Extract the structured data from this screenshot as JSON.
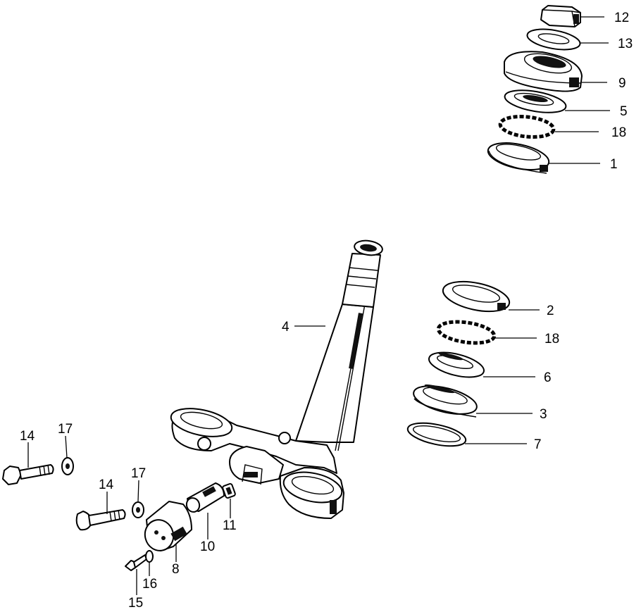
{
  "diagram": {
    "callouts": [
      {
        "id": "c12a",
        "label": "12"
      },
      {
        "id": "c13",
        "label": "13"
      },
      {
        "id": "c9",
        "label": "9"
      },
      {
        "id": "c5",
        "label": "5"
      },
      {
        "id": "c18a",
        "label": "18"
      },
      {
        "id": "c1",
        "label": "1"
      },
      {
        "id": "c2",
        "label": "2"
      },
      {
        "id": "c18b",
        "label": "18"
      },
      {
        "id": "c6",
        "label": "6"
      },
      {
        "id": "c3",
        "label": "3"
      },
      {
        "id": "c7",
        "label": "7"
      },
      {
        "id": "c4",
        "label": "4"
      },
      {
        "id": "c14a",
        "label": "14"
      },
      {
        "id": "c17a",
        "label": "17"
      },
      {
        "id": "c14b",
        "label": "14"
      },
      {
        "id": "c17b",
        "label": "17"
      },
      {
        "id": "c11",
        "label": "11"
      },
      {
        "id": "c10",
        "label": "10"
      },
      {
        "id": "c8",
        "label": "8"
      },
      {
        "id": "c16",
        "label": "16"
      },
      {
        "id": "c15",
        "label": "15"
      }
    ]
  }
}
